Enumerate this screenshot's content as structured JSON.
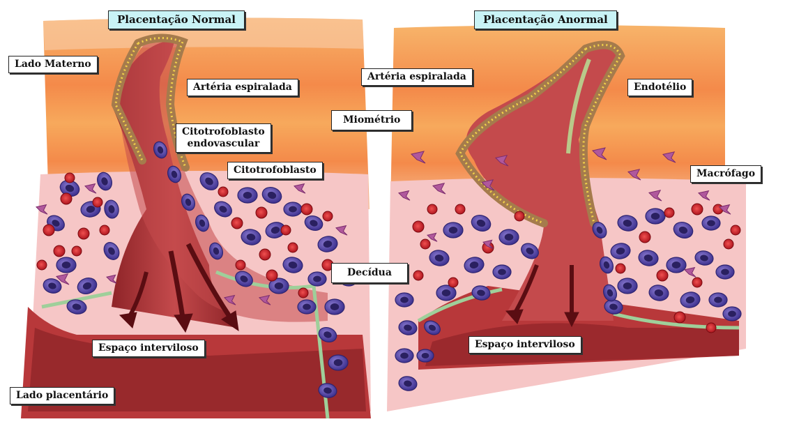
{
  "titles": {
    "normal": "Placentação Normal",
    "abnormal": "Placentação Anormal"
  },
  "labels": {
    "lado_materno": "Lado Materno",
    "arteria_left": "Artéria espiralada",
    "miometrio": "Miométrio",
    "citotrofoblasto_endovascular_1": "Citotrofoblasto",
    "citotrofoblasto_endovascular_2": "endovascular",
    "citotrofoblasto": "Citotrofoblasto",
    "decidua": "Decídua",
    "espaco_left": "Espaço interviloso",
    "lado_placentario": "Lado placentário",
    "arteria_right": "Artéria espiralada",
    "endotelio": "Endotélio",
    "macrofago": "Macrófago",
    "espaco_right": "Espaço interviloso"
  },
  "colors": {
    "myometrium": "#f7a95c",
    "myometrium_band": "#f48a4a",
    "decidua": "#f6c6c6",
    "artery": "#b23a3e",
    "artery_dark": "#7a1a1e",
    "artery_wall": "#a57b4c",
    "cytotrophoblast": "#5a4ca8",
    "rbc": "#d0202a",
    "macrophage": "#b0589c",
    "title_bg": "#c9f3f6"
  }
}
